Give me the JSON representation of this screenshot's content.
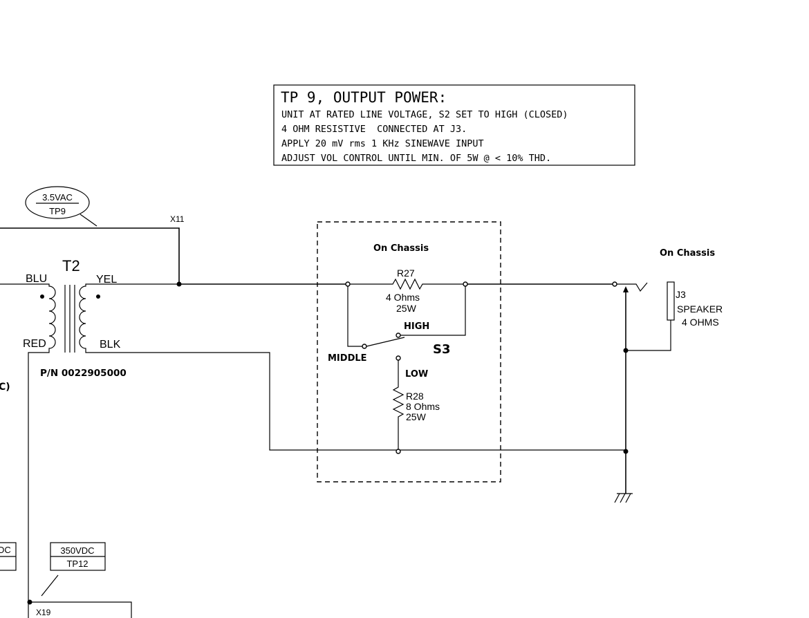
{
  "note": {
    "title": "TP 9, OUTPUT POWER:",
    "lines": [
      "UNIT AT RATED LINE VOLTAGE, S2 SET TO HIGH (CLOSED)",
      "4 OHM RESISTIVE  CONNECTED AT J3.",
      "APPLY 20 mV rms 1 KHz SINEWAVE INPUT",
      "ADJUST VOL CONTROL UNTIL MIN. OF 5W @ < 10% THD."
    ]
  },
  "tp9": {
    "value": "3.5VAC",
    "label": "TP9"
  },
  "tp12": {
    "value": "350VDC",
    "label": "TP12"
  },
  "left_cut_box": "DC",
  "left_cut_text": "C)",
  "nodes": {
    "x11": "X11",
    "x19": "X19"
  },
  "transformer": {
    "ref": "T2",
    "primary_top": "BLU",
    "primary_bottom": "RED",
    "secondary_top": "YEL",
    "secondary_bottom": "BLK",
    "part_number": "P/N 0022905000"
  },
  "chassis_box_label": "On Chassis",
  "chassis_jack_label": "On Chassis",
  "r27": {
    "ref": "R27",
    "value": "4 Ohms",
    "power": "25W"
  },
  "r28": {
    "ref": "R28",
    "value": "8 Ohms",
    "power": "25W"
  },
  "switch": {
    "ref": "S3",
    "high": "HIGH",
    "middle": "MIDDLE",
    "low": "LOW"
  },
  "jack": {
    "ref": "J3",
    "type": "SPEAKER",
    "rating": "4 OHMS"
  }
}
